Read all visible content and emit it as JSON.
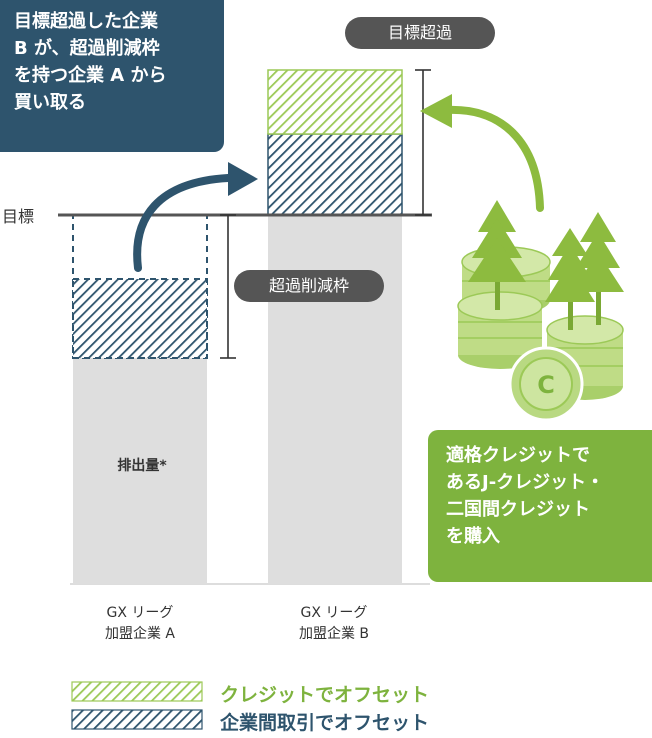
{
  "callouts": {
    "company_b_buys": [
      "目標超過した企業",
      "B が、超過削減枠",
      "を持つ企業 A から",
      "買い取る"
    ],
    "credits_buy": [
      "適格クレジットで",
      "あるJ-クレジット・",
      "二国間クレジット",
      "を購入"
    ]
  },
  "labels": {
    "exceeded_target": "目標超過",
    "target": "目標",
    "excess_reduction_frame": "超過削減枠",
    "emissions": "排出量*",
    "coin_symbol": "C"
  },
  "companies": {
    "a": [
      "GX リーグ",
      "加盟企業 A"
    ],
    "b": [
      "GX リーグ",
      "加盟企業 B"
    ]
  },
  "legend": {
    "credit_offset": "クレジットでオフセット",
    "trade_offset": "企業間取引でオフセット"
  },
  "colors": {
    "navy": "#2e546d",
    "green": "#7eb33e",
    "light_green": "#c5e08c",
    "gray_bar": "#dedede",
    "pill": "#555555"
  }
}
